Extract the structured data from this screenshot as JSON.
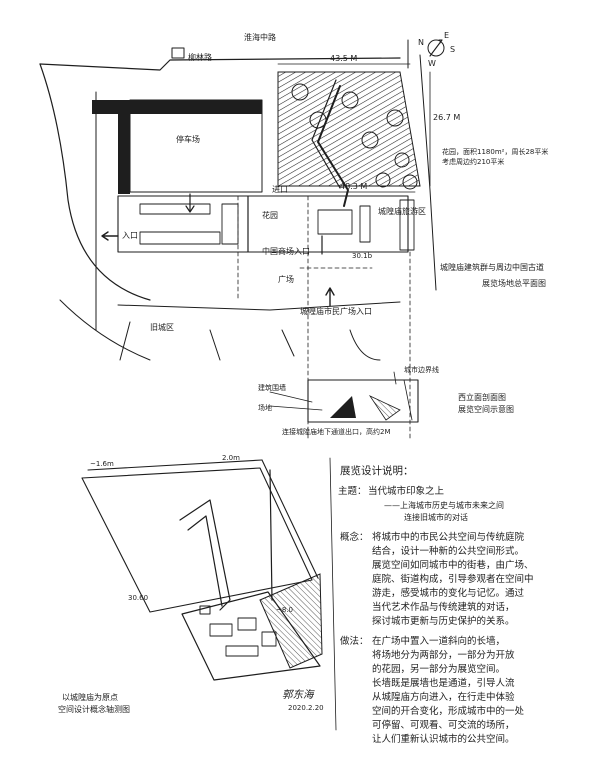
{
  "site_plan": {
    "road_top": "柳林路",
    "road_right": "淮海中路",
    "compass_letters": [
      "N",
      "E",
      "S",
      "W"
    ],
    "dim_top": "43.5 M",
    "dim_bottom": "48.3 M",
    "dim_side": "26.7 M",
    "parking": "停车场",
    "garden": "花园",
    "gate": "进口",
    "garden_annotation_line1": "花园，面积1180m²，周长28平米",
    "garden_annotation_line2": "考虑周边约210平米",
    "pedestrian": "中国商场入口",
    "entry_left": "入口",
    "plaza_left": "广场",
    "plaza_right": "城隍庙旅游区",
    "note_bottom": "城隍庙市民广场入口",
    "building_note": "城隍庙建筑群与周边中国古道",
    "plan_caption": "展览场地总平面图",
    "scale_note": "30.1b",
    "road_label_bottom": "旧城区"
  },
  "section": {
    "label_top": "城市边界线",
    "label_left_1": "建筑围墙",
    "label_left_2": "场地",
    "label_bottom": "连接城隍庙地下通道出口，高约2M",
    "caption_line1": "西立面剖面图",
    "caption_line2": "展览空间示意图"
  },
  "axon": {
    "dim_a": "~1.6m",
    "dim_b": "2.0m",
    "dim_c": "30.60",
    "dim_d": "~8.0",
    "caption_line1": "以城隍庙为原点",
    "caption_line2": "空间设计概念轴测图",
    "signature": "郭东海",
    "date": "2020.2.20"
  },
  "notes": {
    "title": "展览设计说明：",
    "theme_label": "主题：",
    "theme": "当代城市印象之上",
    "theme_sub_1": "——上海城市历史与城市未来之间",
    "theme_sub_2": "连接旧城市的对话",
    "concept_label": "概念：",
    "concept_lines": [
      "将城市中的市民公共空间与传统庭院",
      "结合，设计一种新的公共空间形式。",
      "展览空间如同城市中的街巷，由广场、",
      "庭院、街道构成，引导参观者在空间中",
      "游走，感受城市的变化与记忆。通过",
      "当代艺术作品与传统建筑的对话，",
      "探讨城市更新与历史保护的关系。"
    ],
    "method_label": "做法：",
    "method_lines": [
      "在广场中置入一道斜向的长墙，",
      "将场地分为两部分，一部分为开放",
      "的花园，另一部分为展览空间。",
      "长墙既是展墙也是通道，引导人流",
      "从城隍庙方向进入，在行走中体验",
      "空间的开合变化，形成城市中的一处",
      "可停留、可观看、可交流的场所，",
      "让人们重新认识城市的公共空间。"
    ]
  }
}
